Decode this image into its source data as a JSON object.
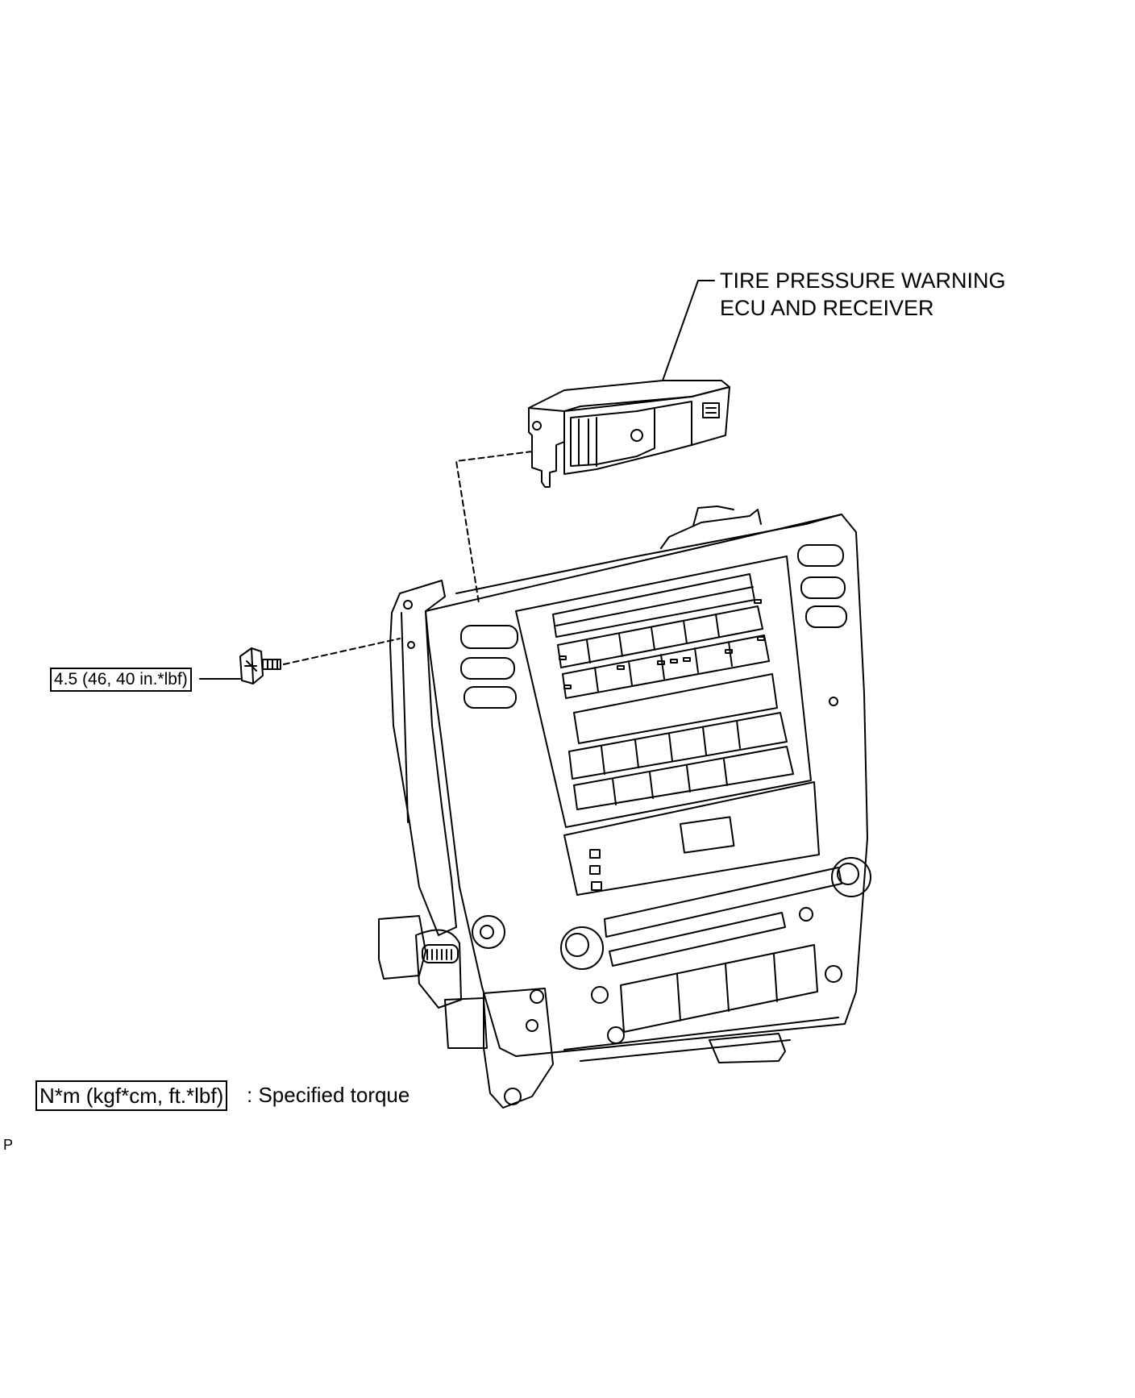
{
  "diagram": {
    "callouts": {
      "ecu": {
        "line1": "TIRE PRESSURE WARNING",
        "line2": "ECU AND RECEIVER"
      },
      "bolt_torque": "4.5 (46, 40 in.*lbf)"
    },
    "legend": {
      "box_text": "N*m (kgf*cm, ft.*lbf)",
      "description": ": Specified torque"
    },
    "corner_mark": "P"
  }
}
